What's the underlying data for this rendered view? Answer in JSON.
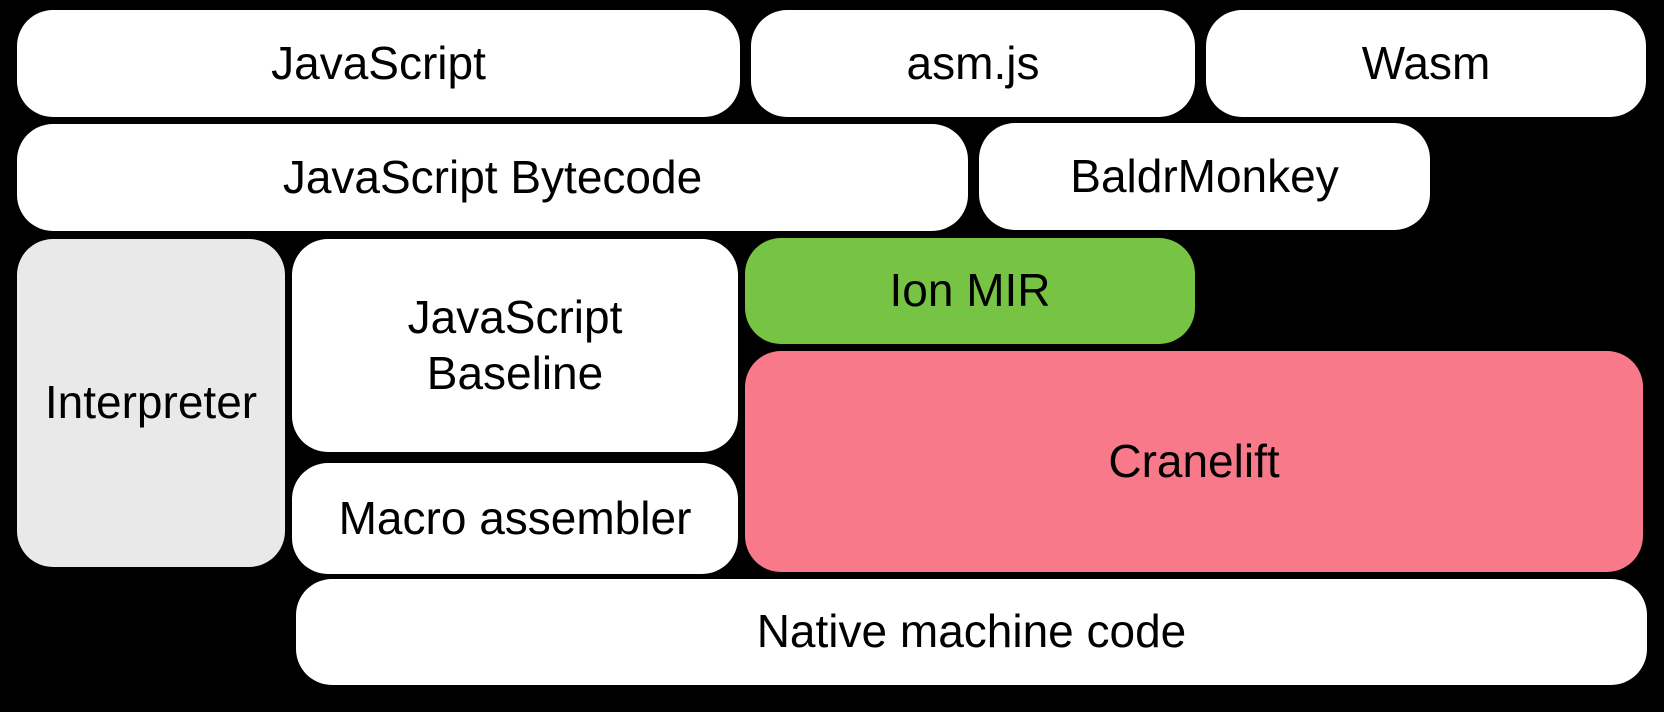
{
  "colors": {
    "bg": "#000000",
    "box": "#ffffff",
    "gray": "#e9e9e9",
    "green": "#77c344",
    "pink": "#f7798a",
    "ink": "#000000"
  },
  "diagram": {
    "nodes": {
      "javascript": {
        "label": "JavaScript",
        "fill": "white"
      },
      "asmjs": {
        "label": "asm.js",
        "fill": "white"
      },
      "wasm": {
        "label": "Wasm",
        "fill": "white"
      },
      "bytecode": {
        "label": "JavaScript Bytecode",
        "fill": "white"
      },
      "baldrmonkey": {
        "label": "BaldrMonkey",
        "fill": "white"
      },
      "interpreter": {
        "label": "Interpreter",
        "fill": "gray"
      },
      "baseline": {
        "label": "JavaScript\nBaseline",
        "fill": "white"
      },
      "ion_mir": {
        "label": "Ion MIR",
        "fill": "green"
      },
      "cranelift": {
        "label": "Cranelift",
        "fill": "pink"
      },
      "macro_assembler": {
        "label": "Macro assembler",
        "fill": "white"
      },
      "native": {
        "label": "Native machine code",
        "fill": "white"
      }
    }
  }
}
